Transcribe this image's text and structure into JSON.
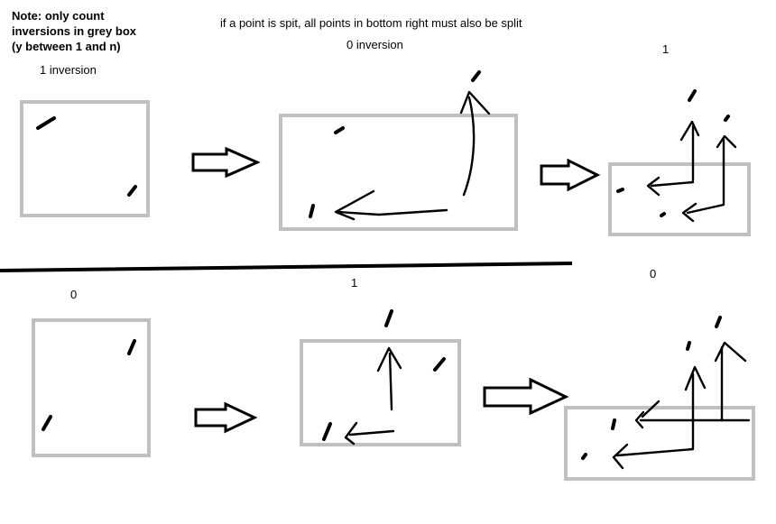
{
  "note": {
    "line1": "Note: only count",
    "line2": "inversions in grey box",
    "line3": "(y between 1 and n)"
  },
  "rule_text": "if a point is spit, all points in bottom right must also be split",
  "top_row": {
    "step1_label": "1 inversion",
    "step2_label": "0 inversion",
    "step3_label": "1"
  },
  "bottom_row": {
    "step1_label": "0",
    "step2_label": "1",
    "step3_label": "0"
  },
  "colors": {
    "box_border": "#c0c0c0",
    "ink": "#000000",
    "background": "#ffffff"
  }
}
